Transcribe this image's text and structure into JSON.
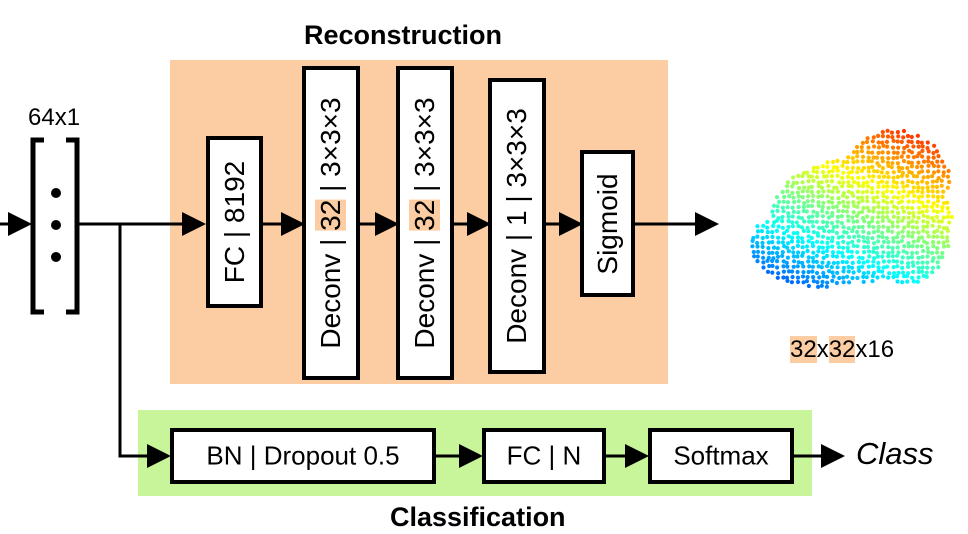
{
  "reconstruction": {
    "title": "Reconstruction",
    "blocks": [
      {
        "label": "FC | 8192"
      },
      {
        "pre": "Deconv | ",
        "hl": "32",
        "post": " | 3×3×3"
      },
      {
        "pre": "Deconv | ",
        "hl": "32",
        "post": " | 3×3×3"
      },
      {
        "label": "Deconv | 1 | 3×3×3"
      },
      {
        "label": "Sigmoid"
      }
    ]
  },
  "classification": {
    "title": "Classification",
    "blocks": [
      {
        "label": "BN | Dropout 0.5"
      },
      {
        "label": "FC | N"
      },
      {
        "label": "Softmax"
      }
    ],
    "output": "Class"
  },
  "input": {
    "dim": "64x1"
  },
  "output": {
    "dim_a": "32",
    "sep_a": "x",
    "dim_b": "32",
    "sep_b": "x",
    "dim_c": "16"
  },
  "colors": {
    "reconstruction_bg": "#fccda3",
    "classification_bg": "#c8f59a"
  },
  "point_cloud": {
    "colormap": "jet"
  }
}
